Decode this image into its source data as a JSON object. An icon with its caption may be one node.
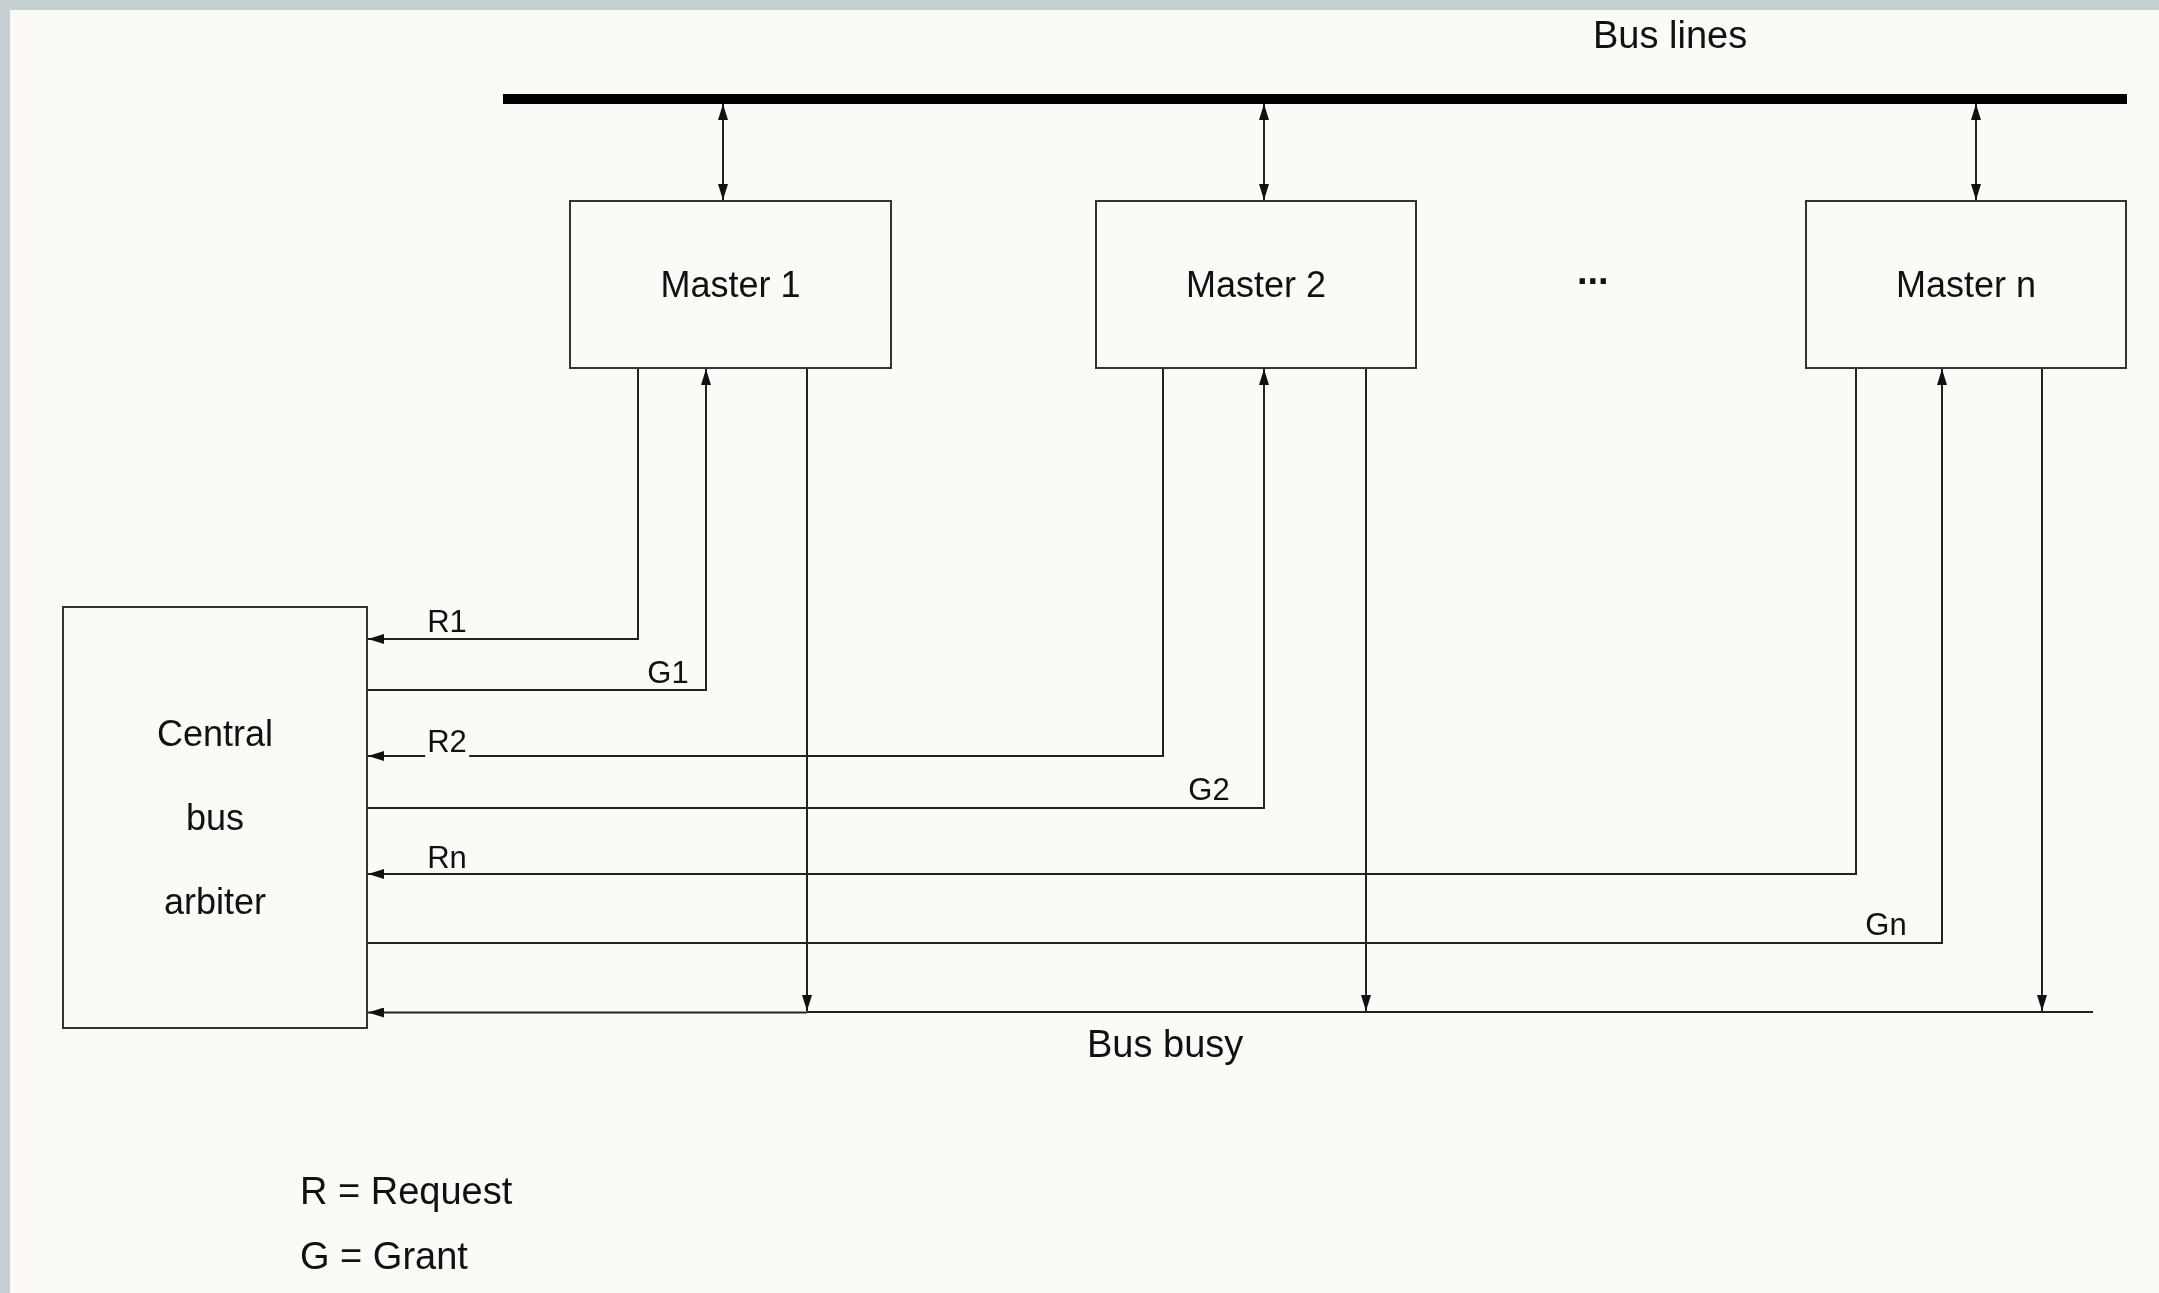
{
  "diagram": {
    "nodes": [
      {
        "text": [
          "Bus lines"
        ]
      },
      {
        "text": [
          "Master 1"
        ]
      },
      {
        "text": [
          "Master 2"
        ]
      },
      {
        "text": [
          "Master n"
        ]
      },
      {
        "text": [
          "Central bus arbiter"
        ]
      },
      {
        "text": [
          "Bus busy"
        ]
      }
    ],
    "edges": [
      {
        "from": 0,
        "to": 1,
        "arrow": "both"
      },
      {
        "from": 0,
        "to": 2,
        "arrow": "both"
      },
      {
        "from": 0,
        "to": 3,
        "arrow": "both"
      },
      {
        "from": 1,
        "to": 4,
        "arrow": "to",
        "label": "R1"
      },
      {
        "from": 4,
        "to": 1,
        "arrow": "to",
        "label": "G1"
      },
      {
        "from": 2,
        "to": 4,
        "arrow": "to",
        "label": "R2"
      },
      {
        "from": 4,
        "to": 2,
        "arrow": "to",
        "label": "G2"
      },
      {
        "from": 3,
        "to": 4,
        "arrow": "to",
        "label": "Rn"
      },
      {
        "from": 4,
        "to": 3,
        "arrow": "to",
        "label": "Gn"
      },
      {
        "from": 1,
        "to": 5,
        "arrow": "to"
      },
      {
        "from": 2,
        "to": 5,
        "arrow": "to"
      },
      {
        "from": 3,
        "to": 5,
        "arrow": "to"
      },
      {
        "from": 5,
        "to": 4,
        "arrow": "to"
      }
    ],
    "labels": [
      "...",
      "R = Request",
      "G = Grant"
    ]
  }
}
